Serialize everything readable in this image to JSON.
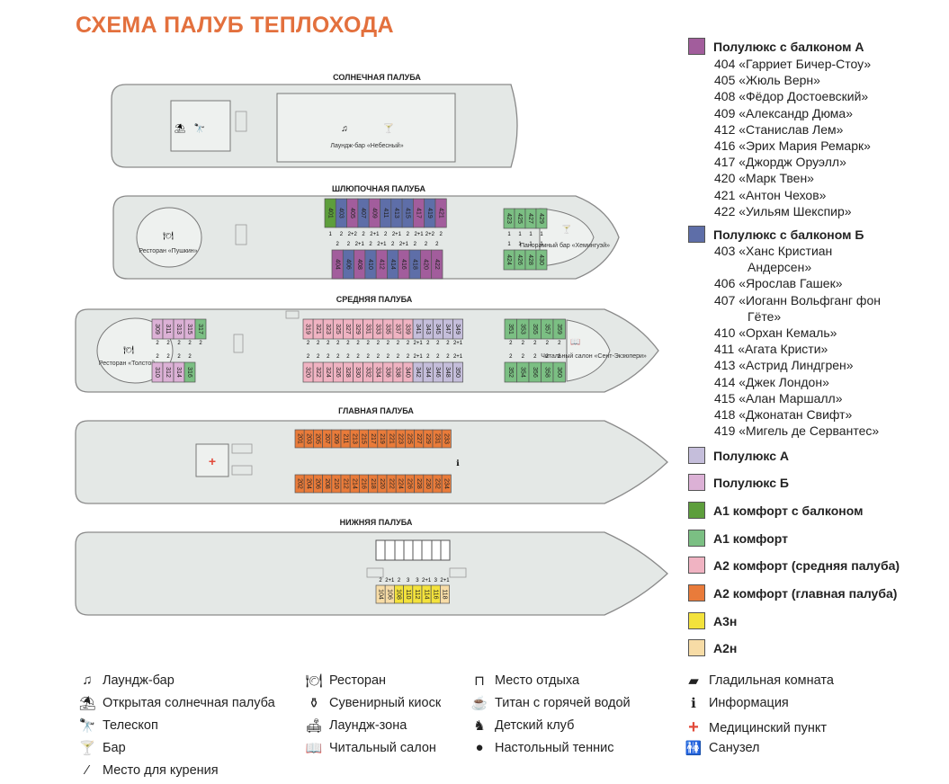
{
  "title": "СХЕМА ПАЛУБ ТЕПЛОХОДА",
  "colors": {
    "polulux_balcony_a": "#a25d9c",
    "polulux_balcony_b": "#5e6ea8",
    "polulux_a": "#c5bedb",
    "polulux_b": "#dcb1d6",
    "a1_comfort_balcony": "#5d9e3c",
    "a1_comfort": "#7bbf83",
    "a2_comfort_mid": "#f0b3c2",
    "a2_comfort_main": "#e97b3a",
    "a3n": "#f3e23c",
    "a2n": "#f7dca6"
  },
  "decks": {
    "sun": {
      "label": "СОЛНЕЧНАЯ ПАЛУБА",
      "bar": "Лаундж-бар «Небесный»"
    },
    "boat": {
      "label": "ШЛЮПОЧНАЯ ПАЛУБА",
      "restaurant": "Ресторан «Пушкин»",
      "bar": "Панорамный бар «Хемингуэй»",
      "top_cabins": [
        "401",
        "403",
        "405",
        "407",
        "409",
        "411",
        "413",
        "415",
        "417",
        "419",
        "421"
      ],
      "top_capacity": [
        "1",
        "2",
        "2+2",
        "2",
        "2+1",
        "2",
        "2+1",
        "2",
        "2+1",
        "2+2",
        "2"
      ],
      "bottom_cabins": [
        "404",
        "406",
        "408",
        "410",
        "412",
        "414",
        "416",
        "418",
        "420",
        "422"
      ],
      "bottom_capacity": [
        "2",
        "2",
        "2+1",
        "2",
        "2+1",
        "2",
        "2+1",
        "2",
        "2",
        "2"
      ],
      "fore_top": [
        "423",
        "425",
        "427",
        "429"
      ],
      "fore_top_capacity": [
        "1",
        "1",
        "1",
        "1"
      ],
      "fore_bottom": [
        "424",
        "426",
        "428",
        "430"
      ],
      "fore_bottom_capacity": [
        "1",
        "1",
        "1",
        "1"
      ]
    },
    "middle": {
      "label": "СРЕДНЯЯ ПАЛУБА",
      "restaurant": "Ресторан «Толстой»",
      "reading": "Читальный салон «Сент-Экзюпери»",
      "aft_top": [
        "309",
        "311",
        "313",
        "315",
        "317"
      ],
      "aft_top_capacity": [
        "2",
        "2",
        "2",
        "2",
        "2"
      ],
      "aft_bottom": [
        "310",
        "312",
        "314",
        "316"
      ],
      "aft_bottom_capacity": [
        "2",
        "2",
        "2",
        "2"
      ],
      "mid_top": [
        "319",
        "321",
        "323",
        "325",
        "327",
        "329",
        "331",
        "333",
        "335",
        "337",
        "339",
        "341",
        "343",
        "345",
        "347",
        "349"
      ],
      "mid_top_capacity": [
        "2",
        "2",
        "2",
        "2",
        "2",
        "2",
        "2",
        "2",
        "2",
        "2",
        "2",
        "2+1",
        "2",
        "2",
        "2",
        "2+1"
      ],
      "mid_bottom": [
        "320",
        "322",
        "324",
        "326",
        "328",
        "330",
        "332",
        "334",
        "336",
        "338",
        "340",
        "342",
        "344",
        "346",
        "348",
        "350"
      ],
      "mid_bottom_capacity": [
        "2",
        "2",
        "2",
        "2",
        "2",
        "2",
        "2",
        "2",
        "2",
        "2",
        "2",
        "2+1",
        "2",
        "2",
        "2",
        "2+1"
      ],
      "fore_top": [
        "351",
        "353",
        "355",
        "357",
        "359"
      ],
      "fore_top_capacity": [
        "2",
        "2",
        "2",
        "2",
        "2"
      ],
      "fore_bottom": [
        "352",
        "354",
        "356",
        "358",
        "360"
      ],
      "fore_bottom_capacity": [
        "2",
        "2",
        "2",
        "2",
        "2"
      ]
    },
    "main": {
      "label": "ГЛАВНАЯ ПАЛУБА",
      "top_cabins": [
        "201",
        "203",
        "205",
        "207",
        "209",
        "211",
        "213",
        "215",
        "217",
        "219",
        "221",
        "223",
        "225",
        "227",
        "229",
        "231",
        "233"
      ],
      "bottom_cabins": [
        "202",
        "204",
        "206",
        "208",
        "210",
        "212",
        "214",
        "216",
        "218",
        "220",
        "222",
        "224",
        "226",
        "228",
        "230",
        "232",
        "234"
      ]
    },
    "lower": {
      "label": "НИЖНЯЯ ПАЛУБА",
      "cabins": [
        "104",
        "106",
        "108",
        "110",
        "112",
        "114",
        "116",
        "118"
      ],
      "capacity": [
        "2",
        "2+1",
        "2",
        "3",
        "3",
        "2+1",
        "3",
        "2+1"
      ]
    }
  },
  "legend_categories": [
    {
      "label": "Полулюкс с балконом А",
      "cabins": [
        "404 «Гарриет Бичер-Стоу»",
        "405 «Жюль Верн»",
        "408 «Фёдор Достоевский»",
        "409 «Александр Дюма»",
        "412 «Станислав Лем»",
        "416 «Эрих Мария Ремарк»",
        "417 «Джордж Оруэлл»",
        "420 «Марк Твен»",
        "421 «Антон Чехов»",
        "422 «Уильям Шекспир»"
      ]
    },
    {
      "label": "Полулюкс с балконом Б",
      "cabins": [
        "403 «Ханс Кристиан",
        "Андерсен»",
        "406 «Ярослав Гашек»",
        "407 «Иоганн Вольфганг фон",
        "Гёте»",
        "410 «Орхан Кемаль»",
        "411 «Агата Кристи»",
        "413 «Астрид Линдгрен»",
        "414 «Джек Лондон»",
        "415 «Алан Маршалл»",
        "418 «Джонатан Свифт»",
        "419 «Мигель де Сервантес»"
      ]
    },
    {
      "label": "Полулюкс А"
    },
    {
      "label": "Полулюкс Б"
    },
    {
      "label": "А1 комфорт с балконом"
    },
    {
      "label": "А1 комфорт"
    },
    {
      "label": "А2 комфорт (средняя палуба)"
    },
    {
      "label": "А2 комфорт (главная палуба)"
    },
    {
      "label": "А3н"
    },
    {
      "label": "А2н"
    }
  ],
  "icon_legend": [
    {
      "icon": "music-notes-icon",
      "label": "Лаундж-бар"
    },
    {
      "icon": "sunbed-icon",
      "label": "Открытая солнечная палуба"
    },
    {
      "icon": "telescope-icon",
      "label": "Телескоп"
    },
    {
      "icon": "cocktail-icon",
      "label": "Бар"
    },
    {
      "icon": "cigarette-icon",
      "label": "Место для курения"
    },
    {
      "icon": "restaurant-icon",
      "label": "Ресторан"
    },
    {
      "icon": "souvenir-icon",
      "label": "Сувенирный киоск"
    },
    {
      "icon": "sofa-icon",
      "label": "Лаундж-зона"
    },
    {
      "icon": "book-icon",
      "label": "Читальный салон"
    },
    {
      "icon": "bench-icon",
      "label": "Место отдыха"
    },
    {
      "icon": "kettle-icon",
      "label": "Титан с горячей водой"
    },
    {
      "icon": "rocking-horse-icon",
      "label": "Детский клуб"
    },
    {
      "icon": "ping-pong-icon",
      "label": "Настольный теннис"
    },
    {
      "icon": "iron-icon",
      "label": "Гладильная комната"
    },
    {
      "icon": "info-icon",
      "label": "Информация"
    },
    {
      "icon": "medical-cross-icon",
      "label": "Медицинский пункт"
    },
    {
      "icon": "restroom-icon",
      "label": "Санузел"
    }
  ]
}
